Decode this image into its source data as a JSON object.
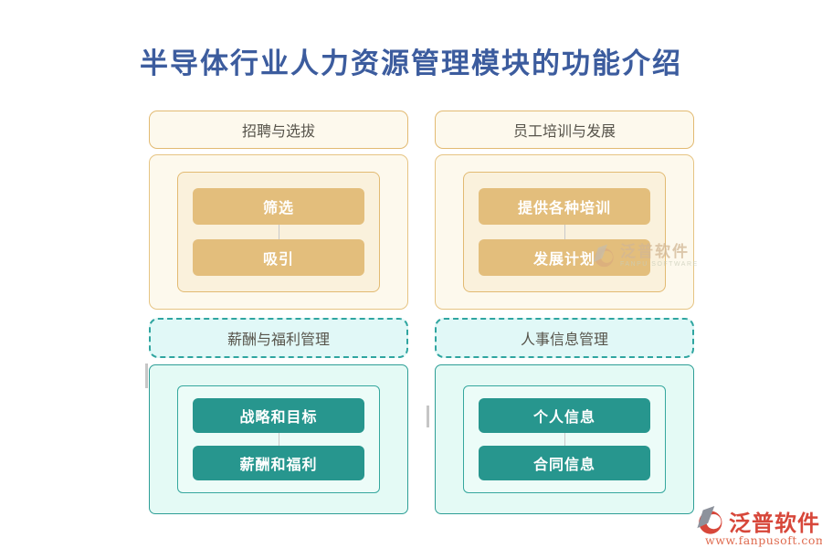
{
  "title": {
    "text": "半导体行业人力资源管理模块的功能介绍",
    "color": "#3c5c9e"
  },
  "theme": {
    "gold_border": "#e2ba72",
    "gold_bg": "#fdf9ed",
    "gold_inner_bg": "#faf1dc",
    "gold_node": "#e3be7c",
    "teal_border": "#2d9e96",
    "teal_bg": "#e4faf5",
    "teal_inner_bg": "#ecfcf8",
    "teal_node": "#27968e",
    "node_text": "#ffffff",
    "header_text": "#57544b",
    "brand_red": "#d7473a"
  },
  "sections": [
    {
      "header": "招聘与选拔",
      "style": "gold",
      "items": [
        "筛选",
        "吸引"
      ]
    },
    {
      "header": "员工培训与发展",
      "style": "gold",
      "items": [
        "提供各种培训",
        "发展计划"
      ]
    },
    {
      "header": "薪酬与福利管理",
      "style": "teal",
      "items": [
        "战略和目标",
        "薪酬和福利"
      ]
    },
    {
      "header": "人事信息管理",
      "style": "teal",
      "items": [
        "个人信息",
        "合同信息"
      ]
    }
  ],
  "watermark": {
    "brand": "泛普软件",
    "subtitle": "FANPU SOFTWARE"
  },
  "footer_logo": {
    "brand": "泛普软件",
    "website": "www.fanpusoft.com"
  }
}
